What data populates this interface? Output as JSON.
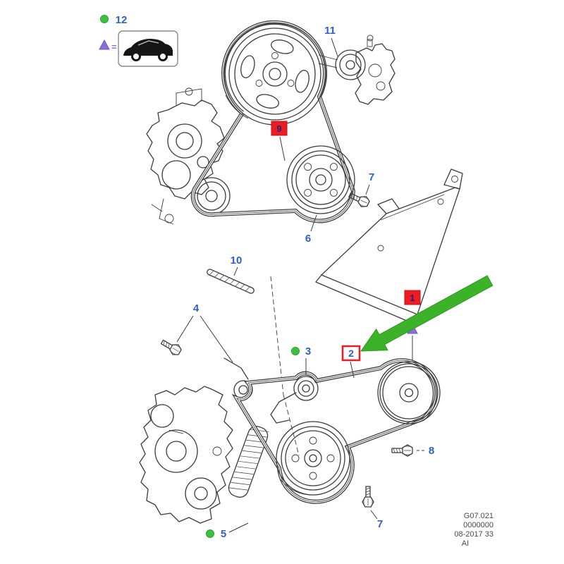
{
  "legend": {
    "dot_label": "12",
    "equals": "=",
    "dot_marker": "green-dot",
    "triangle_marker": "purple-triangle",
    "vehicle_icon": "car-side-silhouette"
  },
  "callouts": {
    "n1": "1",
    "n2": "2",
    "n3": "3",
    "n4": "4",
    "n5": "5",
    "n6": "6",
    "n7": "7",
    "n8": "8",
    "n9": "9",
    "n10": "10",
    "n11": "11"
  },
  "footer": {
    "line1": "G07.021",
    "line2": "0000000",
    "line3": "08-2017 33",
    "line4": "AI"
  },
  "colors": {
    "label_blue": "#2E5FC9",
    "callout_red": "#EC1C24",
    "marker_green": "#3DC03D",
    "marker_purple": "#8A6FD6",
    "arrow_green": "#3BB227",
    "line": "#3C3C3C"
  }
}
